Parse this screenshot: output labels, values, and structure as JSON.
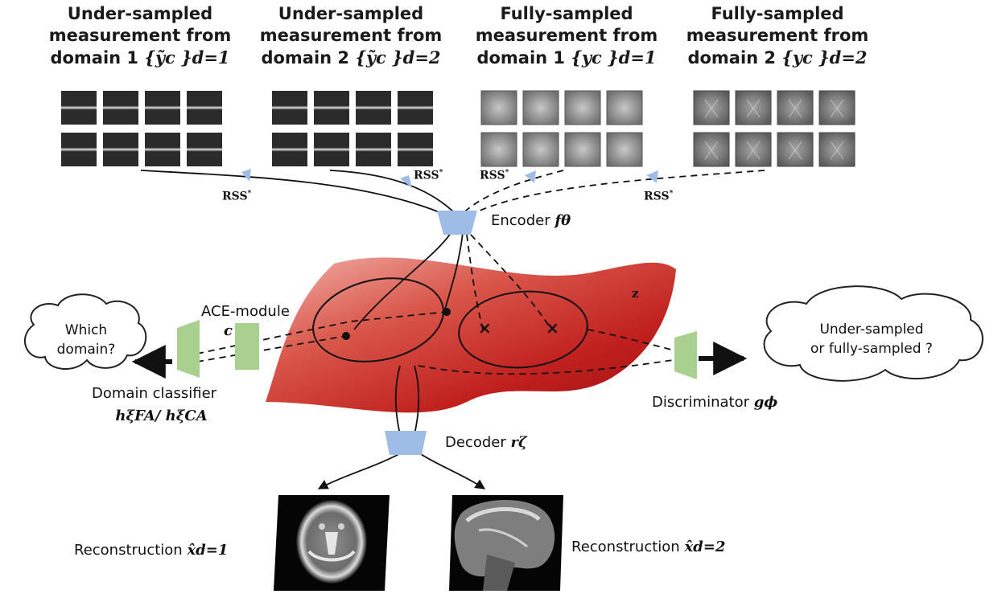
{
  "headers": {
    "h1_line1": "Under-sampled",
    "h1_line2": "measurement from",
    "h1_line3": "domain 1",
    "h1_sym": "{ỹc }d=1",
    "h2_line1": "Under-sampled",
    "h2_line2": "measurement from",
    "h2_line3": "domain 2",
    "h2_sym": "{ỹc }d=2",
    "h3_line1": "Fully-sampled",
    "h3_line2": "measurement from",
    "h3_line3": "domain 1",
    "h3_sym": "{yc }d=1",
    "h4_line1": "Fully-sampled",
    "h4_line2": "measurement from",
    "h4_line3": "domain 2",
    "h4_sym": "{yc }d=2"
  },
  "rss_label": "RSS",
  "rss_sup": "*",
  "encoder": {
    "text": "Encoder",
    "sym": "fθ"
  },
  "latent": {
    "text": "z"
  },
  "ace": {
    "text": "ACE-module",
    "sym": "c"
  },
  "classifier_cloud": {
    "line1": "Which",
    "line2": "domain?"
  },
  "classifier": {
    "text": "Domain classifier",
    "sym": "hξFA/ hξCA"
  },
  "discriminator_cloud": {
    "line1": "Under-sampled",
    "line2": "or fully-sampled ?"
  },
  "discriminator": {
    "text": "Discriminator",
    "sym": "gϕ"
  },
  "decoder": {
    "text": "Decoder",
    "sym": "rζ"
  },
  "recon1": {
    "text": "Reconstruction",
    "sym": "x̂d=1"
  },
  "recon2": {
    "text": "Reconstruction",
    "sym": "x̂d=2"
  },
  "colors": {
    "manifold": "#c0201e",
    "blue_block": "#9dbde6",
    "green_block": "#a9d08e"
  }
}
